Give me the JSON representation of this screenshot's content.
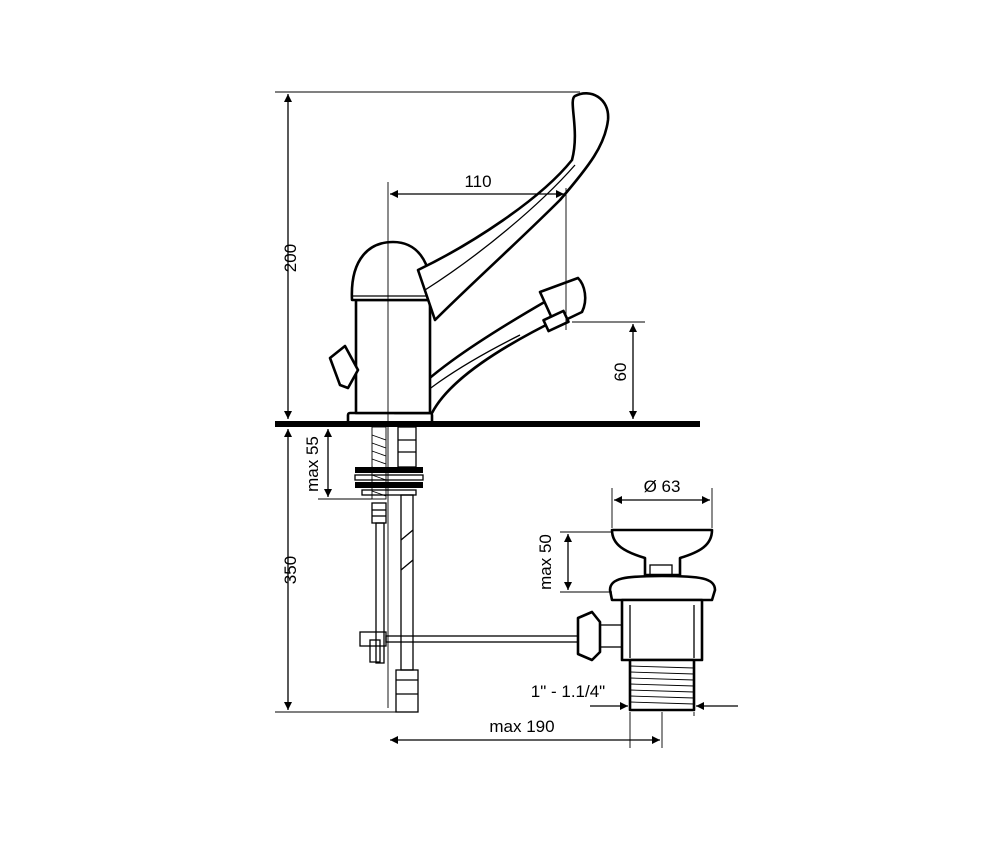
{
  "dimensions": {
    "height_total": "200",
    "spout_reach": "110",
    "spout_height": "60",
    "max_deck_thickness": "max 55",
    "hose_length": "350",
    "waste_diameter": "Ø 63",
    "waste_max_thickness": "max 50",
    "waste_thread": "1\" - 1.1/4\"",
    "max_rod_length": "max 190"
  }
}
